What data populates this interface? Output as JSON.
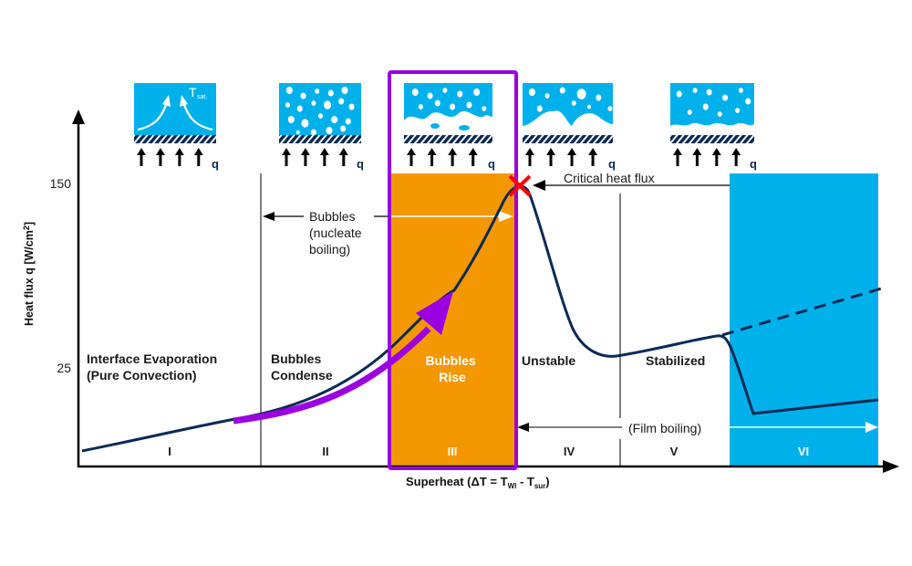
{
  "title": "Boiling curve: heat flux vs. superheat",
  "colors": {
    "water": "#00b0ea",
    "hatch": "#0a2a55",
    "curve": "#0a2a55",
    "orange": "#f39800",
    "purple": "#9b00e0",
    "red": "#ff0000",
    "blue_region": "#00b0ea",
    "axis": "#000000",
    "text": "#1a1a1a",
    "white": "#ffffff"
  },
  "chart_data": {
    "type": "line",
    "title": "",
    "xlabel_parts": [
      "Superheat (ΔT = T",
      "Wl",
      " - T",
      "sur",
      ")"
    ],
    "ylabel_parts": [
      "Heat flux q [W/cm",
      "2",
      "]"
    ],
    "y_ticks": [
      {
        "label": "150",
        "value": 150
      },
      {
        "label": "25",
        "value": 25
      }
    ],
    "regions": [
      {
        "numeral": "I",
        "label_lines": [
          "Interface Evaporation",
          "(Pure Convection)"
        ],
        "fill": "none"
      },
      {
        "numeral": "II",
        "label_lines": [
          "Bubbles",
          "Condense"
        ],
        "fill": "none"
      },
      {
        "numeral": "III",
        "label_lines": [
          "Bubbles",
          "Rise"
        ],
        "fill": "orange",
        "highlighted": true
      },
      {
        "numeral": "IV",
        "label_lines": [
          "Unstable"
        ],
        "fill": "none"
      },
      {
        "numeral": "V",
        "label_lines": [
          "Stabilized"
        ],
        "fill": "none"
      },
      {
        "numeral": "VI",
        "label_lines": [],
        "fill": "blue"
      }
    ],
    "annotations": {
      "nucleate": [
        "Bubbles",
        "(nucleate",
        "boiling)"
      ],
      "critical_heat_flux": "Critical heat flux",
      "film_boiling": "(Film boiling)",
      "schematic_tsat": "T",
      "schematic_tsat_sub": "sat.",
      "heat_symbol": "q"
    },
    "boiling_curve_note": "Qualitative curve: linear rise (I), accelerating rise through II-III to critical heat flux peak (~150 W/cm²) at III/IV boundary, sharp drop in IV to minimum, slow rise in V, then dashed continuation and solid drop into VI",
    "schematics": [
      {
        "stage": "I",
        "type": "convection"
      },
      {
        "stage": "II",
        "type": "isolated-bubbles"
      },
      {
        "stage": "III",
        "type": "bubble-columns"
      },
      {
        "stage": "IV",
        "type": "partial-film"
      },
      {
        "stage": "V",
        "type": "stable-film"
      }
    ]
  }
}
